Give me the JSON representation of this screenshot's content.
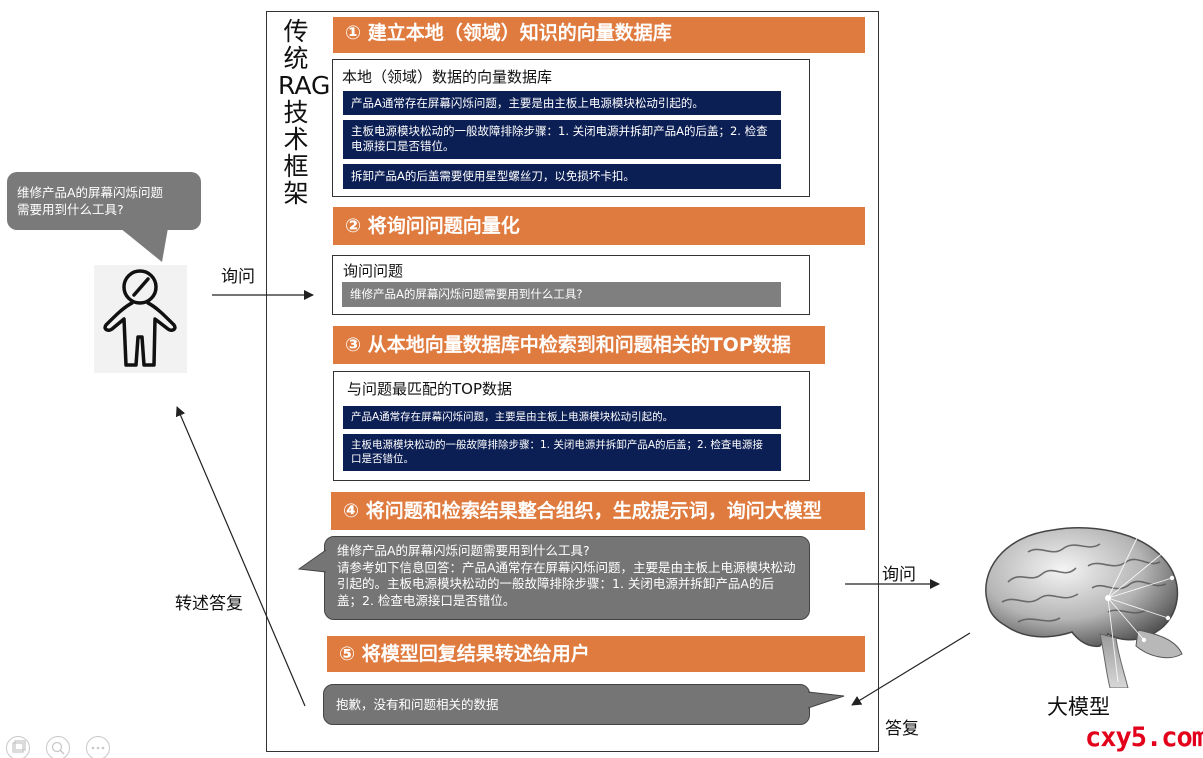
{
  "vertical_title": "传统RAG技术框架",
  "user": {
    "question_line1": "维修产品A的屏幕闪烁问题",
    "question_line2": "需要用到什么工具?"
  },
  "labels": {
    "ask_left": "询问",
    "ask_right": "询问",
    "relay_answer": "转述答复",
    "answer": "答复",
    "llm": "大模型"
  },
  "steps": [
    {
      "label": "① 建立本地（领域）知识的向量数据库"
    },
    {
      "label": "② 将询问问题向量化"
    },
    {
      "label": "③ 从本地向量数据库中检索到和问题相关的TOP数据"
    },
    {
      "label": "④ 将问题和检索结果整合组织，生成提示词，询问大模型"
    },
    {
      "label": "⑤ 将模型回复结果转述给用户"
    }
  ],
  "vector_db": {
    "title": "本地（领域）数据的向量数据库",
    "rows": [
      "产品A通常存在屏幕闪烁问题，主要是由主板上电源模块松动引起的。",
      "主板电源模块松动的一般故障排除步骤：1. 关闭电源并拆卸产品A的后盖；2. 检查电源接口是否错位。",
      "拆卸产品A的后盖需要使用星型螺丝刀，以免损坏卡扣。"
    ]
  },
  "query": {
    "title": "询问问题",
    "text": "维修产品A的屏幕闪烁问题需要用到什么工具?"
  },
  "top_data": {
    "title": "与问题最匹配的TOP数据",
    "rows": [
      "产品A通常存在屏幕闪烁问题，主要是由主板上电源模块松动引起的。",
      "主板电源模块松动的一般故障排除步骤：1. 关闭电源并拆卸产品A的后盖；2. 检查电源接口是否错位。"
    ]
  },
  "prompt": {
    "line1": "维修产品A的屏幕闪烁问题需要用到什么工具?",
    "line2": "请参考如下信息回答：产品A通常存在屏幕闪烁问题，主要是由主板上电源模块松动引起的。主板电源模块松动的一般故障排除步骤：1. 关闭电源并拆卸产品A的后盖；2. 检查电源接口是否错位。"
  },
  "reply": "抱歉，没有和问题相关的数据",
  "watermark": "cxy5.com",
  "colors": {
    "step_orange": "#e07b3f",
    "row_navy": "#0c1f54",
    "bubble_gray": "#757575",
    "watermark_red": "#e3001b"
  }
}
